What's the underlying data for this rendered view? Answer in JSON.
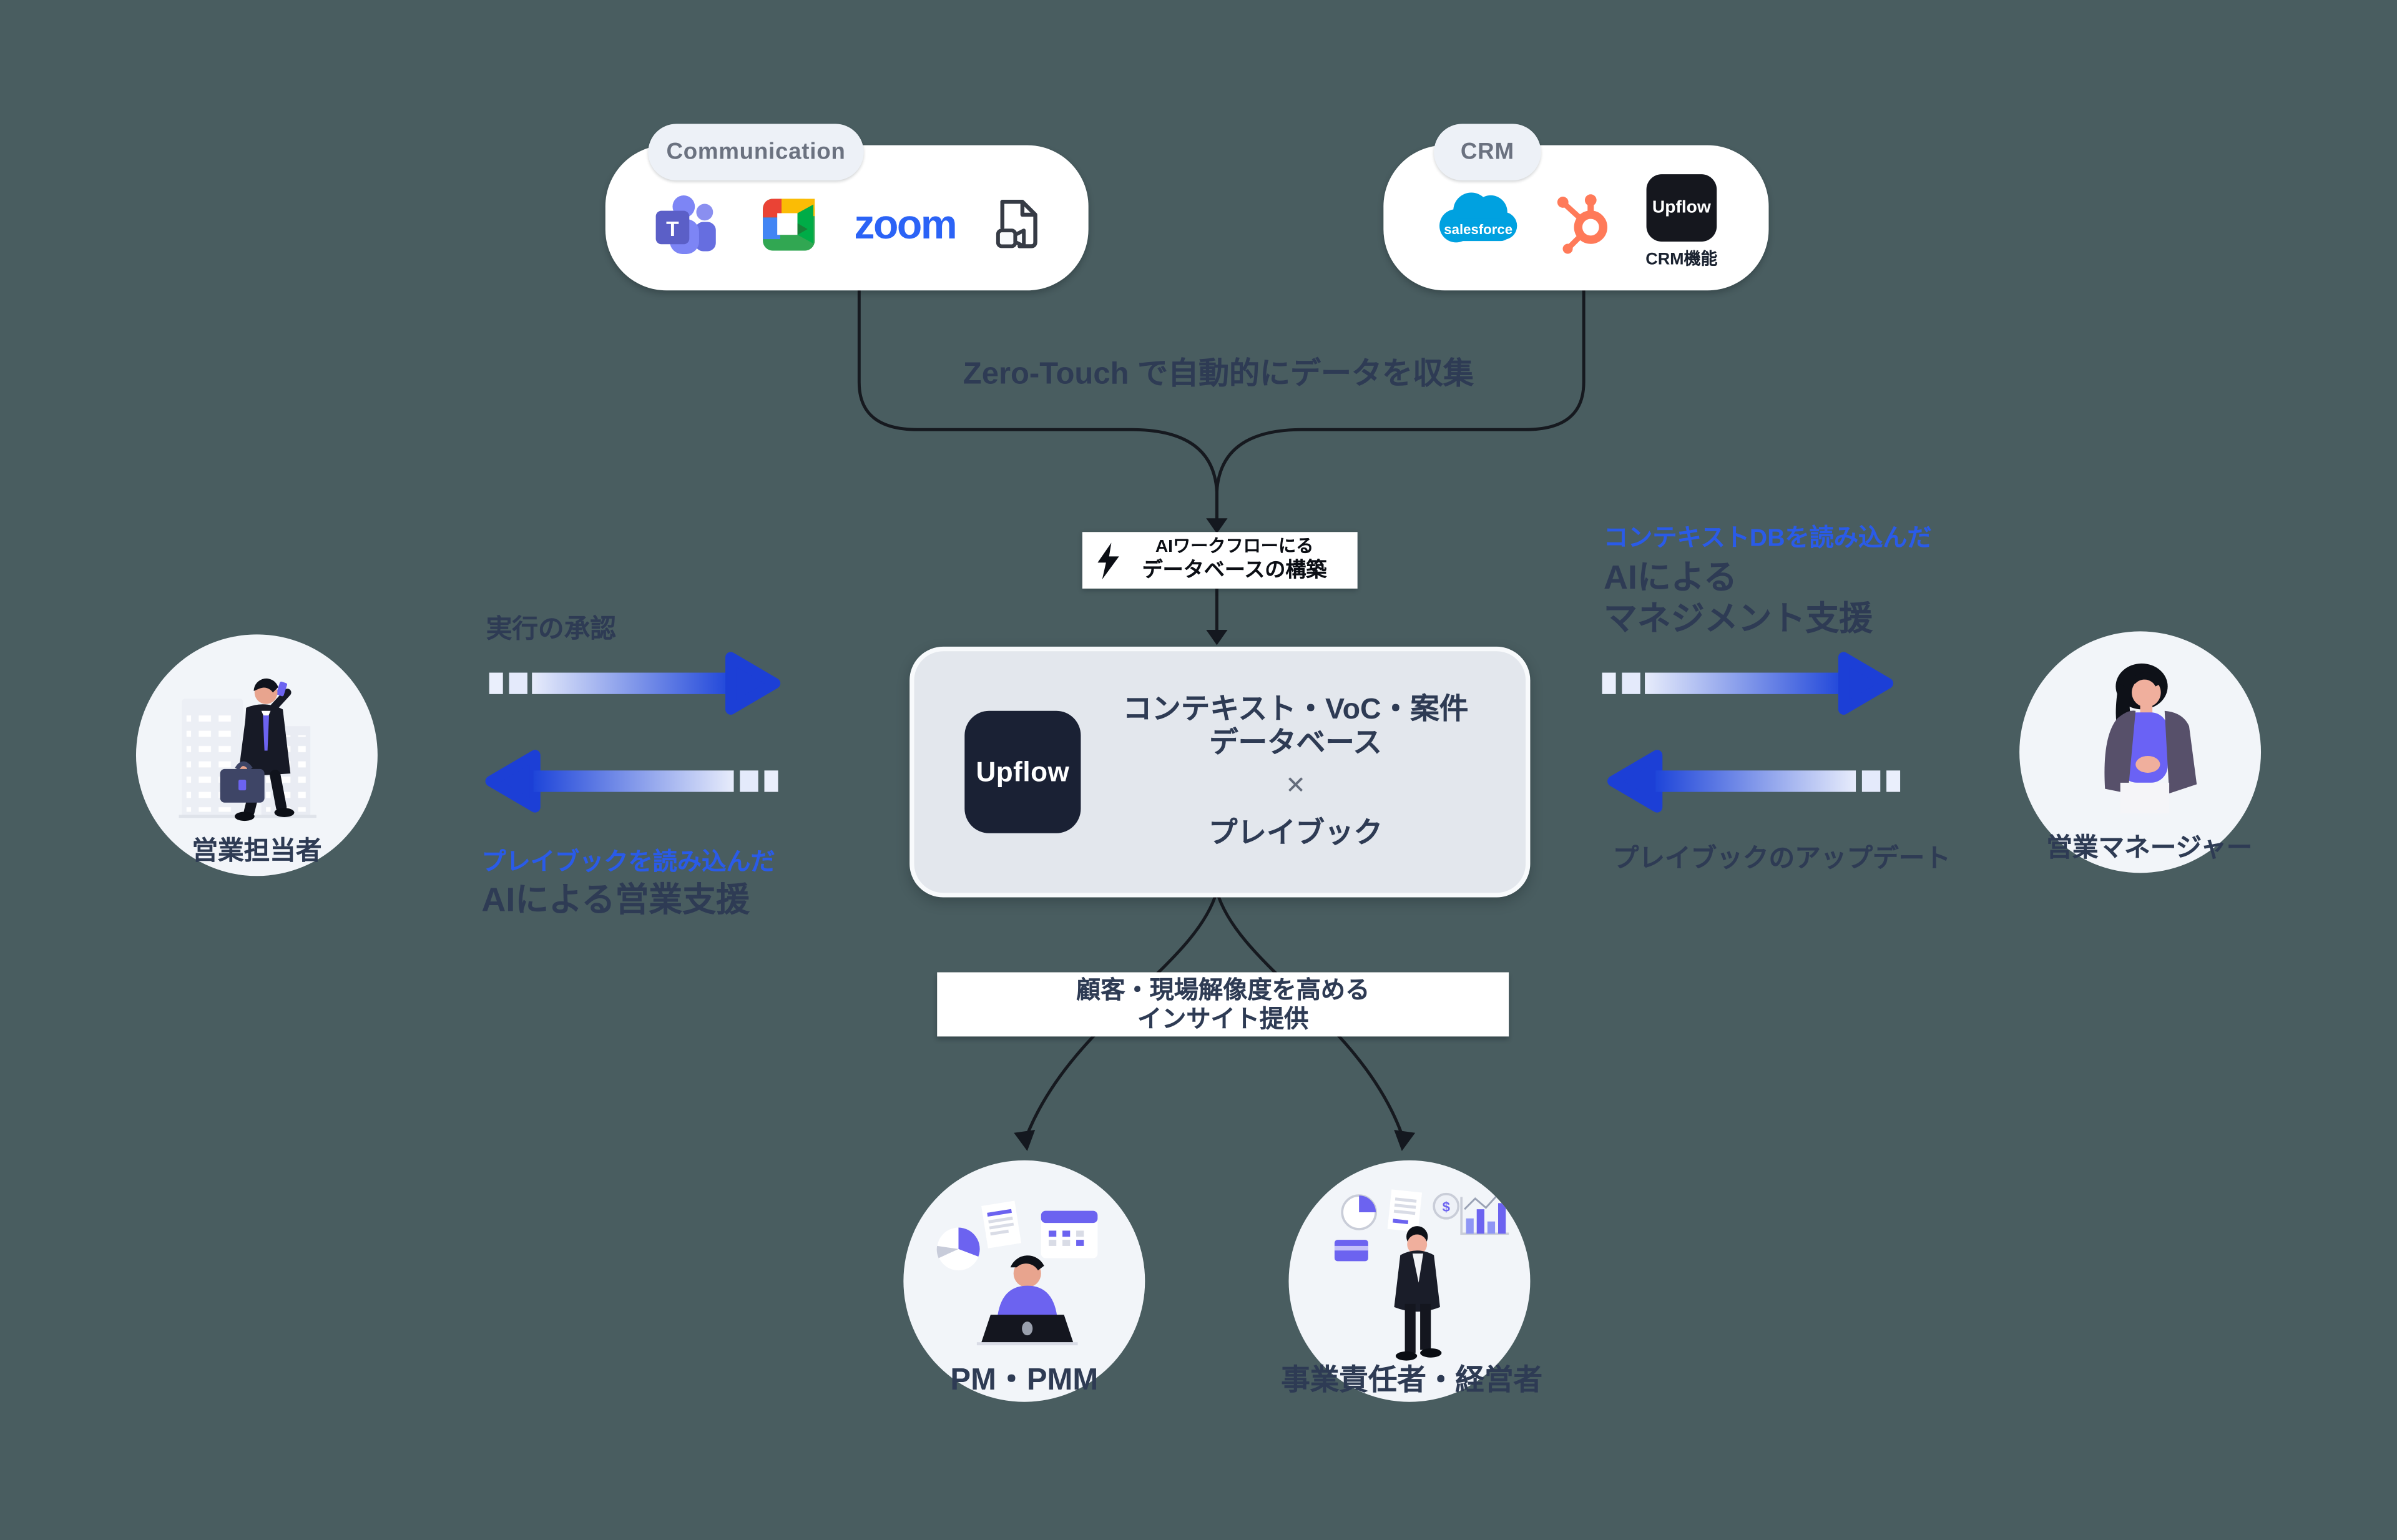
{
  "colors": {
    "background": "#495D60",
    "panel_white": "#FFFFFF",
    "pill_bg": "#EDF1F7",
    "pill_text": "#6B7280",
    "heading_navy": "#2E3B54",
    "accent_blue_text": "#2A5BE8",
    "arrow_deep_blue": "#1C3FD6",
    "arrow_light_blue": "#E7ECFB",
    "center_box_bg": "#E3E7ED",
    "upflow_logo_bg": "#1A2134",
    "circle_bg": "#F2F5F9",
    "connector_line": "#16191F",
    "zoom_blue": "#2B63F6",
    "salesforce_blue": "#00A1E0",
    "hubspot_orange": "#FF7A59",
    "teams_purple": "#5B5FC7",
    "meet_green": "#31A752"
  },
  "sources": {
    "communication": {
      "label": "Communication",
      "icons": [
        "microsoft-teams-icon",
        "google-meet-icon",
        "zoom-logo",
        "video-file-icon"
      ],
      "zoom_wordmark": "zoom"
    },
    "crm": {
      "label": "CRM",
      "icons": [
        "salesforce-icon",
        "hubspot-icon",
        "upflow-crm-icon"
      ],
      "salesforce_wordmark": "salesforce",
      "upflow_logo_text": "Upflow",
      "upflow_caption": "CRM機能"
    }
  },
  "flow": {
    "collect_caption": "Zero-Touch で自動的にデータを収集",
    "workflow_badge": {
      "icon": "lightning-icon",
      "line1": "AIワークフローにる",
      "line2": "データベースの構築"
    },
    "insight_banner": {
      "line1": "顧客・現場解像度を高める",
      "line2": "インサイト提供"
    }
  },
  "center_box": {
    "logo_text": "Upflow",
    "title_line1": "コンテキスト・VoC・案件",
    "title_line2": "データベース",
    "multiply_sign": "✕",
    "subtitle": "プレイブック"
  },
  "left_flow": {
    "approve_label": "実行の承認",
    "support_label_accent": "プレイブックを読み込んだ",
    "support_label": "AIによる営業支援",
    "persona": "営業担当者"
  },
  "right_flow": {
    "context_label_accent": "コンテキストDBを読み込んだ",
    "management_line1": "AIによる",
    "management_line2": "マネジメント支援",
    "playbook_update_label": "プレイブックのアップデート",
    "persona": "営業マネージャー"
  },
  "outputs": {
    "persona_pm": "PM・PMM",
    "persona_exec": "事業責任者・経営者",
    "coin_symbol": "$"
  }
}
